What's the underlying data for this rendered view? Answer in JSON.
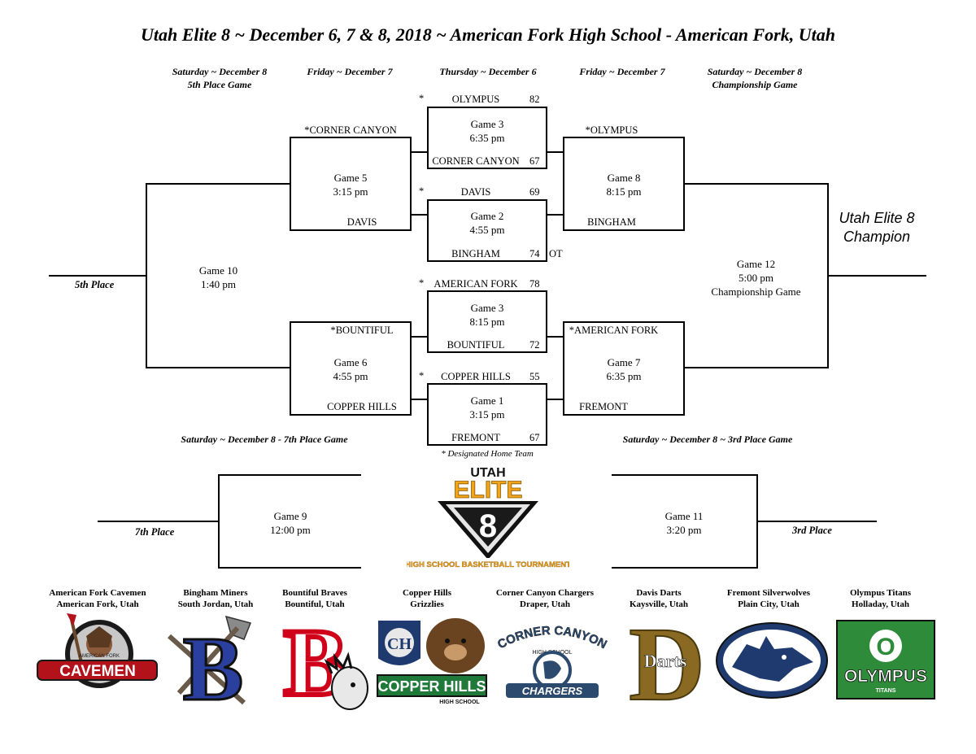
{
  "title": "Utah Elite 8  ~  December 6, 7 & 8, 2018  ~  American Fork High School - American Fork, Utah",
  "headers": {
    "col1_line1": "Saturday ~ December 8",
    "col1_line2": "5th Place Game",
    "col2": "Friday ~ December 7",
    "col3": "Thursday ~ December 6",
    "col4": "Friday ~ December 7",
    "col5_line1": "Saturday ~ December 8",
    "col5_line2": "Championship Game",
    "seventh": "Saturday ~ December 8 - 7th Place Game",
    "third": "Saturday ~ December 8 ~ 3rd Place Game"
  },
  "quarterfinals": [
    {
      "top_team": "OLYMPUS",
      "top_score": "82",
      "top_star": "*",
      "game": "Game 3",
      "time": "6:35 pm",
      "bottom_team": "CORNER CANYON",
      "bottom_score": "67",
      "note": ""
    },
    {
      "top_team": "DAVIS",
      "top_score": "69",
      "top_star": "*",
      "game": "Game 2",
      "time": "4:55 pm",
      "bottom_team": "BINGHAM",
      "bottom_score": "74",
      "note": "OT"
    },
    {
      "top_team": "AMERICAN FORK",
      "top_score": "78",
      "top_star": "*",
      "game": "Game 3",
      "time": "8:15 pm",
      "bottom_team": "BOUNTIFUL",
      "bottom_score": "72",
      "note": ""
    },
    {
      "top_team": "COPPER HILLS",
      "top_score": "55",
      "top_star": "*",
      "game": "Game 1",
      "time": "3:15 pm",
      "bottom_team": "FREMONT",
      "bottom_score": "67",
      "note": ""
    }
  ],
  "game5": {
    "top_team": "*CORNER CANYON",
    "game": "Game 5",
    "time": "3:15 pm",
    "bottom_team": "DAVIS"
  },
  "game6": {
    "top_team": "*BOUNTIFUL",
    "game": "Game 6",
    "time": "4:55 pm",
    "bottom_team": "COPPER HILLS"
  },
  "game8": {
    "top_team": "*OLYMPUS",
    "game": "Game 8",
    "time": "8:15 pm",
    "bottom_team": "BINGHAM"
  },
  "game7": {
    "top_team": "*AMERICAN FORK",
    "game": "Game 7",
    "time": "6:35 pm",
    "bottom_team": "FREMONT"
  },
  "game10": {
    "game": "Game 10",
    "time": "1:40 pm",
    "place": "5th Place"
  },
  "game12": {
    "game": "Game 12",
    "time": "5:00 pm",
    "label": "Championship Game"
  },
  "champion": {
    "line1": "Utah Elite 8",
    "line2": "Champion"
  },
  "game9": {
    "game": "Game 9",
    "time": "12:00 pm",
    "place": "7th Place"
  },
  "game11": {
    "game": "Game 11",
    "time": "3:20 pm",
    "place": "3rd Place"
  },
  "home_note": "* Designated Home Team",
  "event_logo": {
    "top": "UTAH",
    "word": "ELITE",
    "number": "8",
    "ribbon": "HIGH SCHOOL BASKETBALL TOURNAMENT"
  },
  "schools": [
    {
      "name": "American Fork Cavemen",
      "city": "American Fork, Utah",
      "logo_text": "CAVEMEN",
      "logo_small": "AMERICAN FORK",
      "color": "#b3121b"
    },
    {
      "name": "Bingham Miners",
      "city": "South Jordan, Utah",
      "logo_text": "B",
      "color": "#2b3f9e"
    },
    {
      "name": "Bountiful Braves",
      "city": "Bountiful, Utah",
      "logo_text": "B",
      "color": "#d0021b"
    },
    {
      "name": "Copper Hills",
      "city": "Grizzlies",
      "logo_text": "COPPER HILLS",
      "logo_small": "HIGH SCHOOL",
      "logo_mark": "CH",
      "color": "#1f7a3a"
    },
    {
      "name": "Corner Canyon Chargers",
      "city": "Draper, Utah",
      "logo_text": "CORNER CANYON",
      "logo_small": "HIGH SCHOOL",
      "logo_bottom": "CHARGERS",
      "color": "#2c4a6e"
    },
    {
      "name": "Davis Darts",
      "city": "Kaysville, Utah",
      "logo_text": "D",
      "logo_small": "Darts",
      "color": "#8a6a22"
    },
    {
      "name": "Fremont Silverwolves",
      "city": "Plain City, Utah",
      "color": "#1f3a6e"
    },
    {
      "name": "Olympus Titans",
      "city": "Holladay, Utah",
      "logo_text": "OLYMPUS",
      "logo_small": "TITANS",
      "logo_mark": "O",
      "color": "#2e8b3a"
    }
  ]
}
